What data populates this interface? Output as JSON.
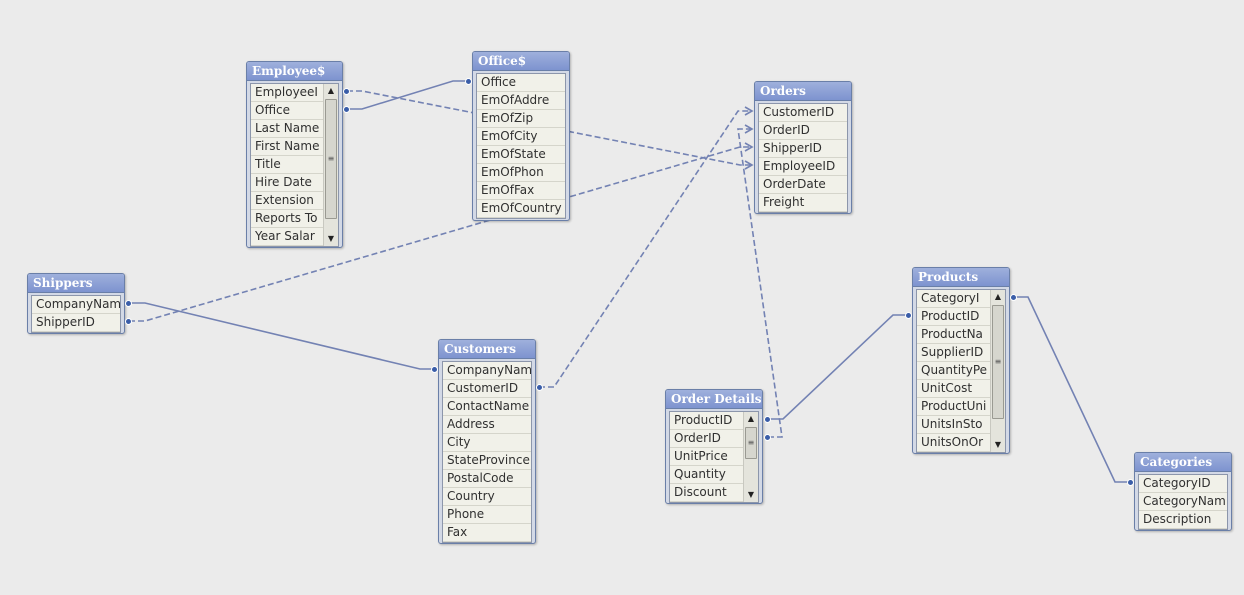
{
  "tables": {
    "employee": {
      "title": "Employee$",
      "fields": [
        "EmployeeI",
        "Office",
        "Last Name",
        "First Name",
        "Title",
        "Hire Date",
        "Extension",
        "Reports To",
        "Year Salar"
      ]
    },
    "office": {
      "title": "Office$",
      "fields": [
        "Office",
        "EmOfAddre",
        "EmOfZip",
        "EmOfCity",
        "EmOfState",
        "EmOfPhon",
        "EmOfFax",
        "EmOfCountry"
      ]
    },
    "orders": {
      "title": "Orders",
      "fields": [
        "CustomerID",
        "OrderID",
        "ShipperID",
        "EmployeeID",
        "OrderDate",
        "Freight"
      ]
    },
    "shippers": {
      "title": "Shippers",
      "fields": [
        "CompanyNam",
        "ShipperID"
      ]
    },
    "customers": {
      "title": "Customers",
      "fields": [
        "CompanyNam",
        "CustomerID",
        "ContactName",
        "Address",
        "City",
        "StateProvince",
        "PostalCode",
        "Country",
        "Phone",
        "Fax"
      ]
    },
    "order_details": {
      "title": "Order Details",
      "fields": [
        "ProductID",
        "OrderID",
        "UnitPrice",
        "Quantity",
        "Discount"
      ]
    },
    "products": {
      "title": "Products",
      "fields": [
        "CategoryI",
        "ProductID",
        "ProductNa",
        "SupplierID",
        "QuantityPe",
        "UnitCost",
        "ProductUni",
        "UnitsInSto",
        "UnitsOnOr"
      ]
    },
    "categories": {
      "title": "Categories",
      "fields": [
        "CategoryID",
        "CategoryNam",
        "Description"
      ]
    }
  },
  "scroll_glyphs": {
    "up": "▲",
    "down": "▼",
    "grip": "≡"
  },
  "colors": {
    "canvas": "#ebebeb",
    "title_bar": "#7d93cf",
    "link_line": "#7080b0",
    "link_dot": "#3a5da8"
  }
}
